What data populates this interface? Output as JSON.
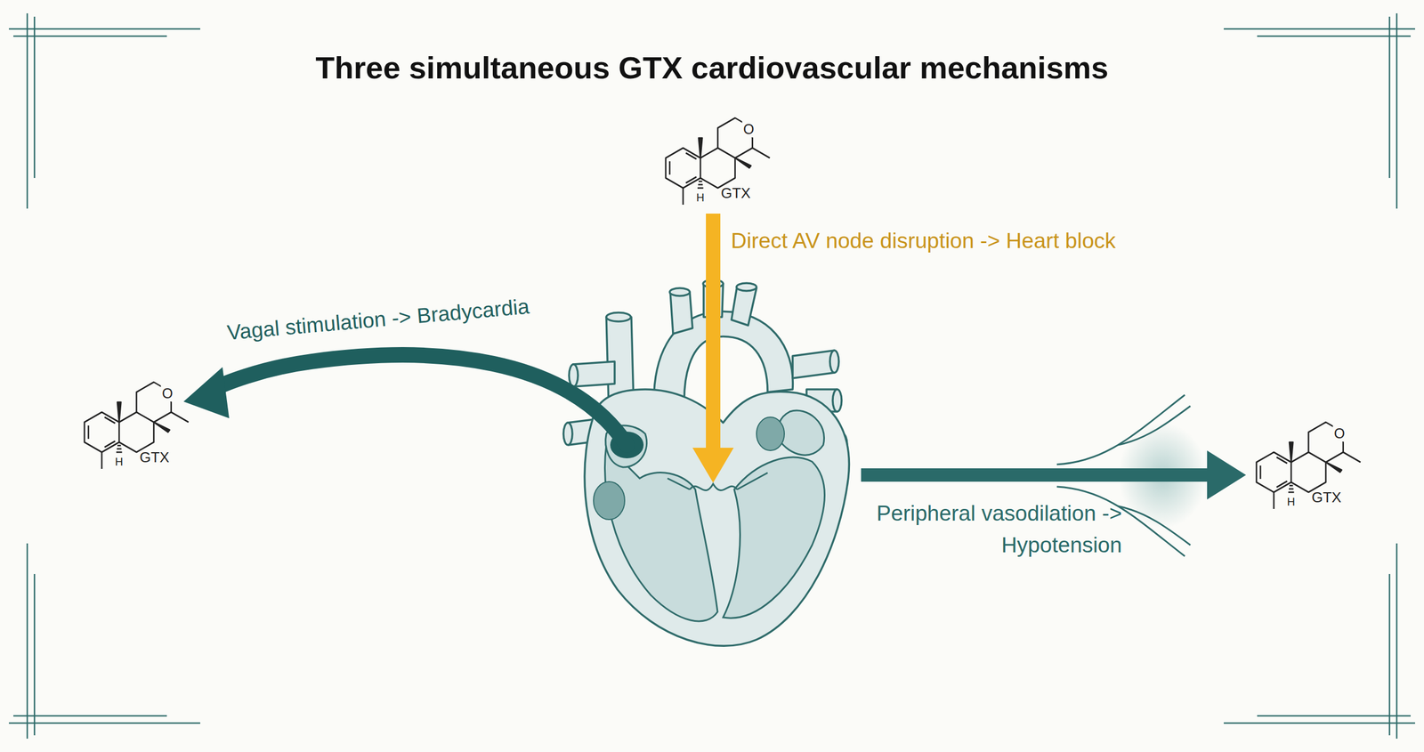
{
  "diagram": {
    "title": "Three simultaneous GTX cardiovascular mechanisms",
    "labels": [
      "O",
      "H",
      "GTX",
      "Direct AV node disruption -> Heart block",
      "Vagal stimulation -> Bradycardia",
      "O",
      "H",
      "GTX",
      "Peripheral vasodilation -> Hypotension",
      "O",
      "H",
      "GTX"
    ]
  }
}
